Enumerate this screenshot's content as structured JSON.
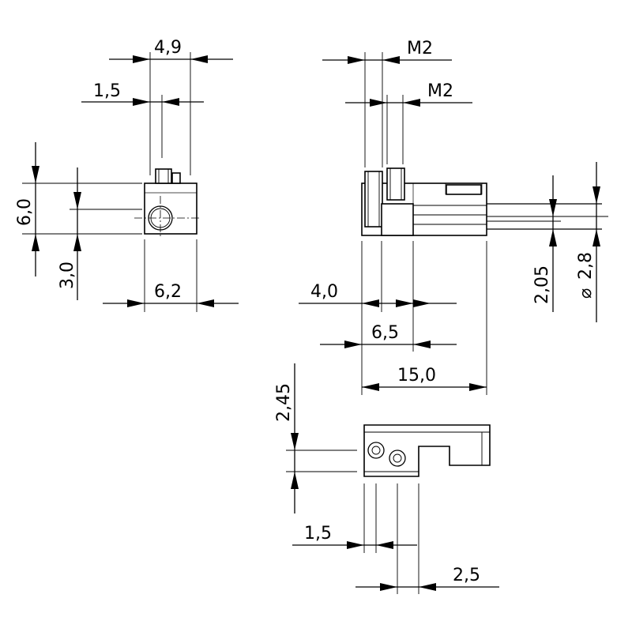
{
  "dimensions": {
    "front_top": "4,9",
    "front_second": "1,5",
    "front_height": "6,0",
    "front_half": "3,0",
    "front_width": "6,2",
    "side_thread1": "M2",
    "side_thread2": "M2",
    "side_4": "4,0",
    "side_65": "6,5",
    "side_15": "15,0",
    "side_205": "2,05",
    "side_diam": "2,8",
    "diameter_symbol": "⌀",
    "bottom_245": "2,45",
    "bottom_15": "1,5",
    "bottom_25": "2,5"
  }
}
